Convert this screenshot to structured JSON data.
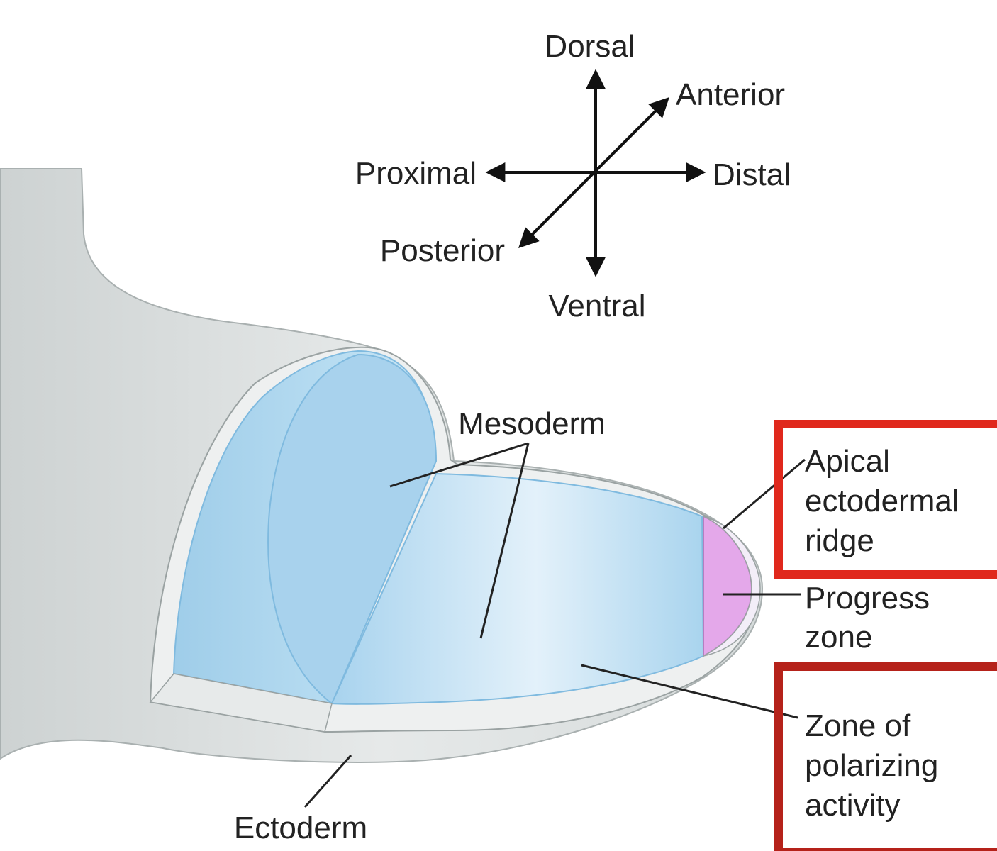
{
  "axes": {
    "dorsal": "Dorsal",
    "anterior": "Anterior",
    "proximal": "Proximal",
    "distal": "Distal",
    "posterior": "Posterior",
    "ventral": "Ventral"
  },
  "labels": {
    "mesoderm": "Mesoderm",
    "ectoderm": "Ectoderm",
    "aer": [
      "Apical",
      "ectodermal",
      "ridge"
    ],
    "progress_zone": [
      "Progress",
      "zone"
    ],
    "zpa": [
      "Zone of",
      "polarizing",
      "activity"
    ]
  },
  "colors": {
    "limb_surface": "#dfe3e3",
    "mesoderm": "#bfe2f5",
    "progress_zone": "#e4a8ea",
    "highlight_box": "#e0281c",
    "highlight_box_dark": "#b5221a"
  }
}
